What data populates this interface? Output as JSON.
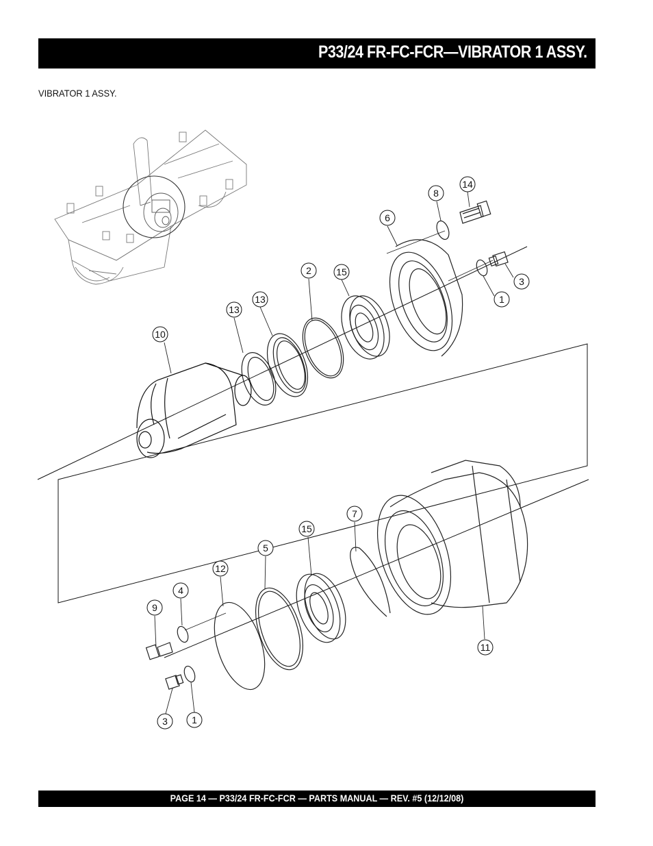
{
  "header": {
    "title": "P33/24 FR-FC-FCR—VIBRATOR 1 ASSY."
  },
  "section": {
    "subtitle": "VIBRATOR 1 ASSY."
  },
  "footer": {
    "text": "PAGE 14 — P33/24 FR-FC-FCR — PARTS MANUAL — REV. #5 (12/12/08)"
  },
  "callouts": [
    {
      "id": "c14",
      "label": "14"
    },
    {
      "id": "c8",
      "label": "8"
    },
    {
      "id": "c6",
      "label": "6"
    },
    {
      "id": "c3a",
      "label": "3"
    },
    {
      "id": "c1a",
      "label": "1"
    },
    {
      "id": "c2",
      "label": "2"
    },
    {
      "id": "c15a",
      "label": "15"
    },
    {
      "id": "c13a",
      "label": "13"
    },
    {
      "id": "c13b",
      "label": "13"
    },
    {
      "id": "c10",
      "label": "10"
    },
    {
      "id": "c7",
      "label": "7"
    },
    {
      "id": "c15b",
      "label": "15"
    },
    {
      "id": "c5",
      "label": "5"
    },
    {
      "id": "c12",
      "label": "12"
    },
    {
      "id": "c4",
      "label": "4"
    },
    {
      "id": "c9",
      "label": "9"
    },
    {
      "id": "c11",
      "label": "11"
    },
    {
      "id": "c3b",
      "label": "3"
    },
    {
      "id": "c1b",
      "label": "1"
    }
  ]
}
